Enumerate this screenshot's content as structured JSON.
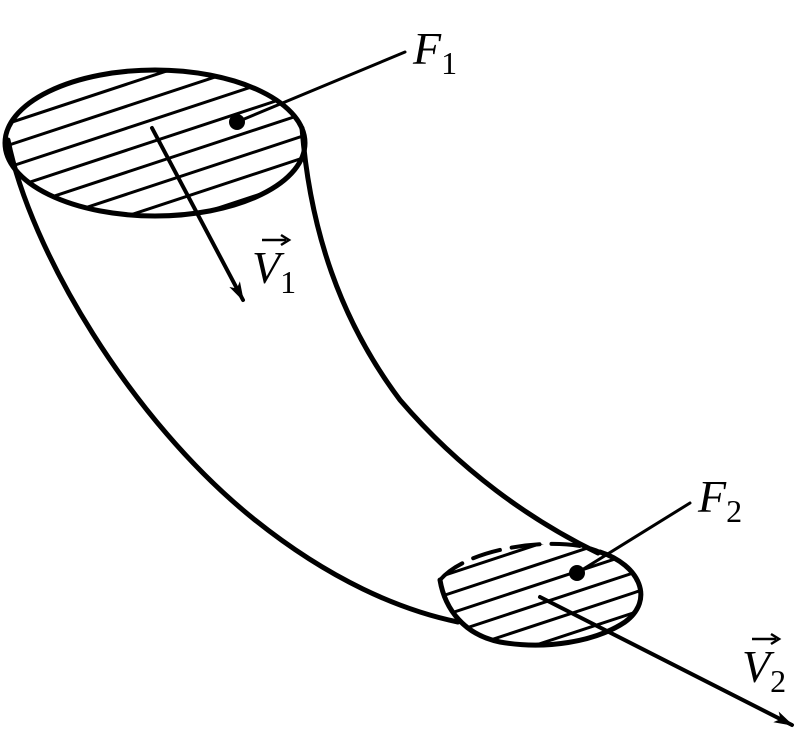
{
  "labels": {
    "f1": {
      "symbol": "F",
      "subscript": "1"
    },
    "f2": {
      "symbol": "F",
      "subscript": "2"
    },
    "v1": {
      "symbol": "V",
      "subscript": "1"
    },
    "v2": {
      "symbol": "V",
      "subscript": "2"
    }
  },
  "colors": {
    "ink": "#000000",
    "background": "#ffffff"
  }
}
